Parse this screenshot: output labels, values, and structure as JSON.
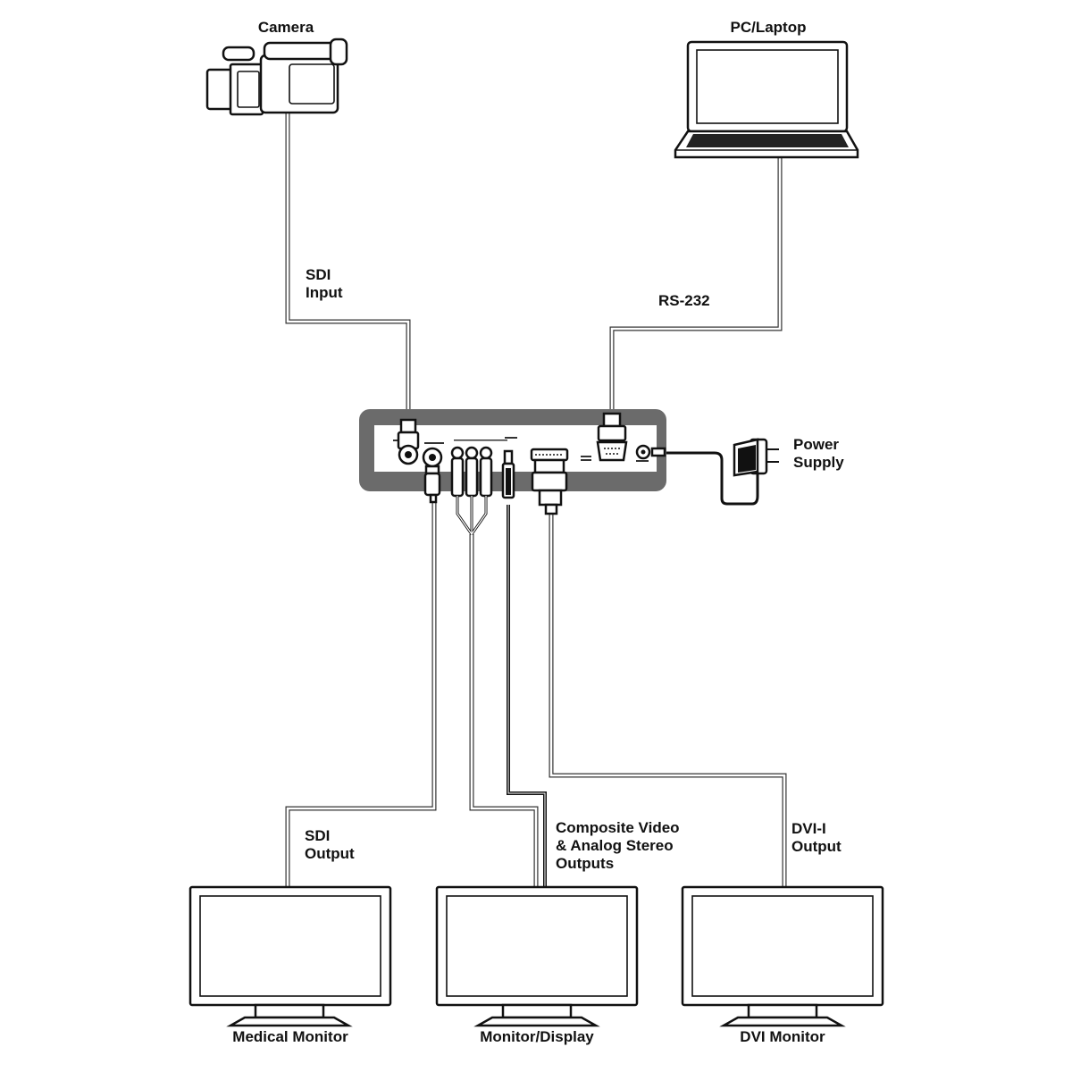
{
  "devices": {
    "camera": "Camera",
    "pc": "PC/Laptop",
    "power": "Power\nSupply",
    "medical_monitor": "Medical Monitor",
    "monitor_display": "Monitor/Display",
    "dvi_monitor": "DVI Monitor"
  },
  "cables": {
    "sdi_input": "SDI\nInput",
    "rs232": "RS-232",
    "sdi_output": "SDI\nOutput",
    "composite": "Composite Video\n& Analog Stereo\nOutputs",
    "dvi_output": "DVI-I\nOutput"
  },
  "colors": {
    "device_panel": "#6b6b6b",
    "line": "#111111",
    "background": "#ffffff"
  }
}
